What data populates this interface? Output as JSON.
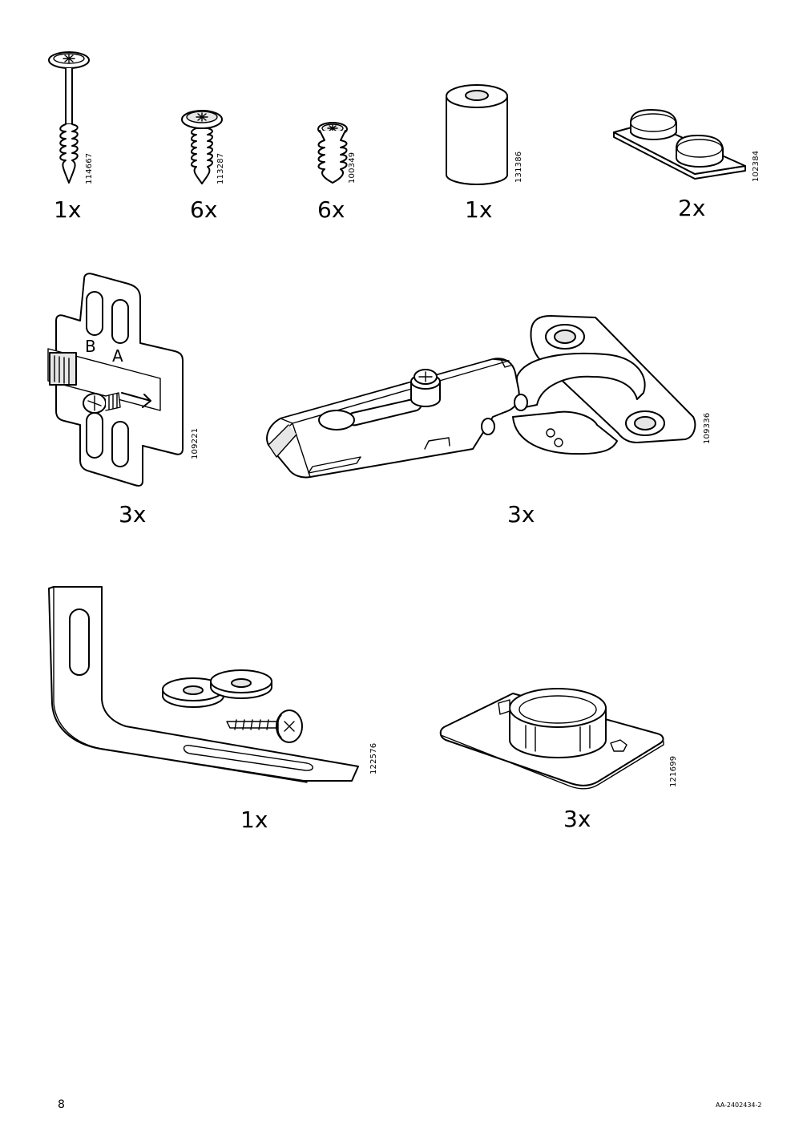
{
  "parts": [
    {
      "id": "long-screw",
      "code": "114667",
      "qty": "1x"
    },
    {
      "id": "screw-a",
      "code": "113287",
      "qty": "6x"
    },
    {
      "id": "screw-b",
      "code": "100349",
      "qty": "6x"
    },
    {
      "id": "cylinder-spacer",
      "code": "131386",
      "qty": "1x"
    },
    {
      "id": "bumper-pads",
      "code": "102384",
      "qty": "2x"
    },
    {
      "id": "mounting-plate",
      "code": "109221",
      "qty": "3x",
      "letters": [
        "B",
        "A"
      ]
    },
    {
      "id": "hinge",
      "code": "109336",
      "qty": "3x"
    },
    {
      "id": "l-bracket",
      "code": "122576",
      "qty": "1x"
    },
    {
      "id": "ring-plate",
      "code": "121699",
      "qty": "3x"
    }
  ],
  "footer": {
    "page_number": "8",
    "doc_id": "AA-2402434-2"
  }
}
